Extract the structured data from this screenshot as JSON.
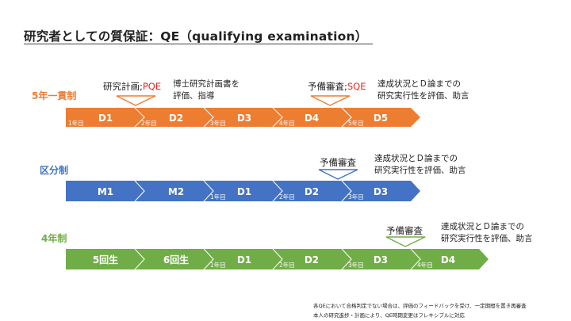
{
  "title": "研究者としての質保証：QE（qualifying  examination）",
  "tracks": [
    {
      "label": "5年一貫制",
      "color": "#ed7d31",
      "stages": [
        "D1",
        "D2",
        "D3",
        "D4",
        "D5"
      ],
      "year_marks": [
        "1年目",
        "2年目",
        "3年目",
        "4年目",
        "5年目"
      ],
      "annotations": {
        "first_exam": [
          "研究計画;",
          "PQE"
        ],
        "first_note": [
          "博士研究計画書を",
          "評価、指導"
        ],
        "second_exam": [
          "予備審査;",
          "SQE"
        ],
        "second_note": [
          "達成状況とＤ論までの",
          "研究実行性を評価、助言"
        ]
      }
    },
    {
      "label": "区分制",
      "color": "#4472c4",
      "stages": [
        "M1",
        "M2",
        "D1",
        "D2",
        "D3"
      ],
      "year_marks": [
        "1年目",
        "2年目",
        "3年目"
      ],
      "annotations": {
        "exam": "予備審査",
        "note": [
          "達成状況とＤ論までの",
          "研究実行性を評価、助言"
        ]
      }
    },
    {
      "label": "4年制",
      "color": "#70ad47",
      "stages": [
        "5回生",
        "6回生",
        "D1",
        "D2",
        "D3",
        "D4"
      ],
      "year_marks": [
        "1年目",
        "2年目",
        "3年目",
        "4年目"
      ],
      "annotations": {
        "exam": "予備審査",
        "note": [
          "達成状況とＤ論までの",
          "研究実行性を評価、助言"
        ]
      }
    }
  ],
  "footnotes": [
    "各QEにおいて合格判定でない場合は、評価のフィードバックを受け、一定期間を置き再審査",
    "本人の研究進捗・計画により、QE時期変更はフレキシブルに対応"
  ]
}
